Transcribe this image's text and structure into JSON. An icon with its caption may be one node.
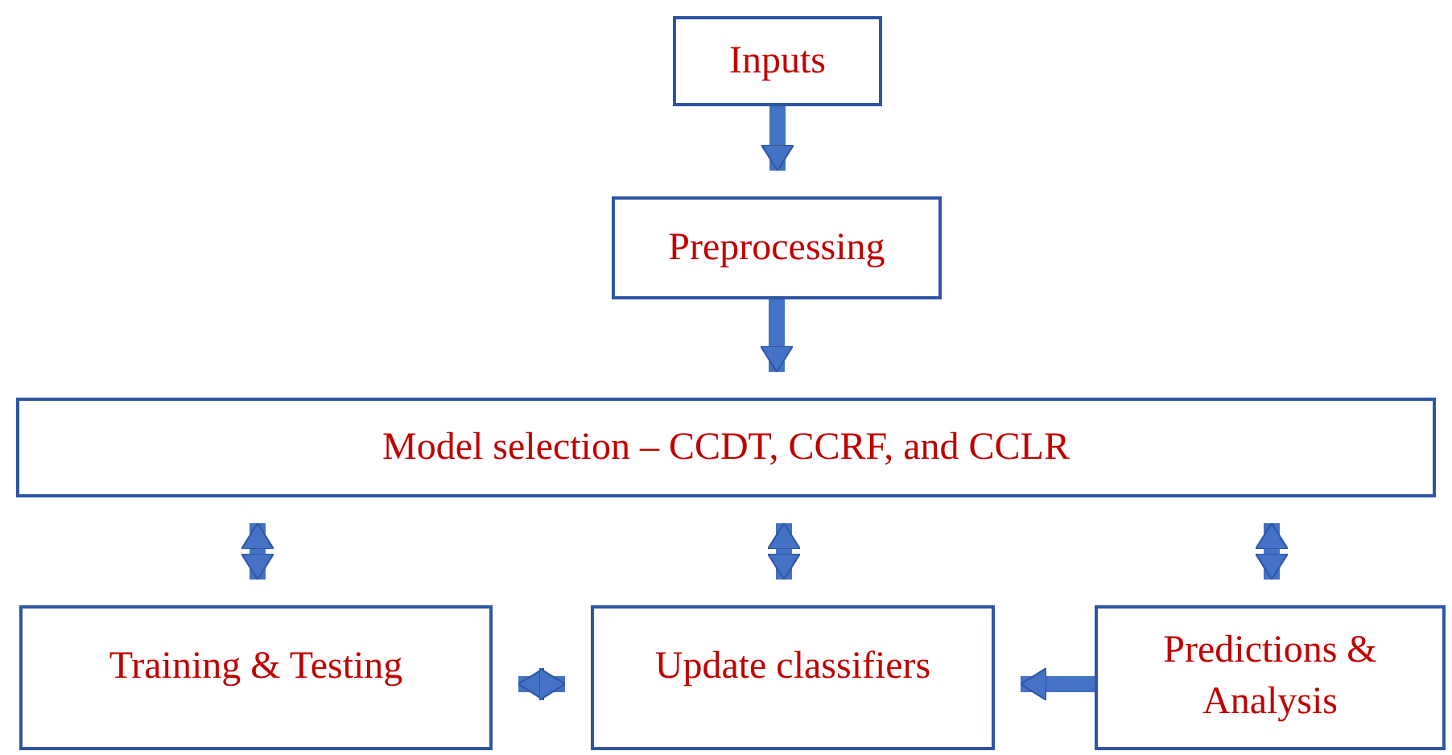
{
  "diagram": {
    "nodes": [
      {
        "text": [
          "Inputs"
        ]
      },
      {
        "text": [
          "Preprocessing"
        ]
      },
      {
        "text": [
          "Model selection – CCDT, CCRF, and CCLR"
        ]
      },
      {
        "text": [
          "Training & Testing"
        ]
      },
      {
        "text": [
          "Update classifiers"
        ]
      },
      {
        "text": [
          "Predictions & Analysis"
        ]
      }
    ],
    "edges": [
      {
        "from": 0,
        "to": 1,
        "arrow": "to"
      },
      {
        "from": 1,
        "to": 2,
        "arrow": "to"
      },
      {
        "from": 2,
        "to": 3,
        "arrow": "both"
      },
      {
        "from": 2,
        "to": 4,
        "arrow": "both"
      },
      {
        "from": 2,
        "to": 5,
        "arrow": "both"
      },
      {
        "from": 3,
        "to": 4,
        "arrow": "both"
      },
      {
        "from": 5,
        "to": 4,
        "arrow": "to"
      }
    ]
  }
}
